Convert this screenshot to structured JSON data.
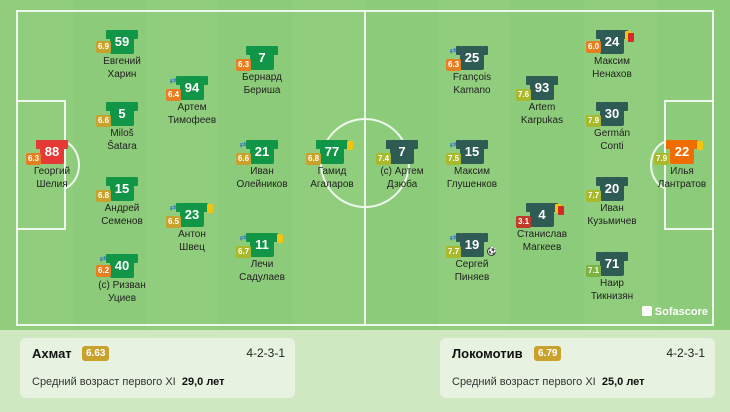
{
  "home": {
    "name": "Ахмат",
    "rating": "6.63",
    "formation": "4-2-3-1",
    "age_label": "Средний возраст первого XI",
    "age_value": "29,0 лет",
    "players": [
      {
        "num": "88",
        "name1": "Георгий",
        "name2": "Шелия",
        "rating": "6.3"
      },
      {
        "num": "59",
        "name1": "Евгений",
        "name2": "Харин",
        "rating": "6.9"
      },
      {
        "num": "5",
        "name1": "Miloš",
        "name2": "Šatara",
        "rating": "6.6"
      },
      {
        "num": "15",
        "name1": "Андрей",
        "name2": "Семенов",
        "rating": "6.8"
      },
      {
        "num": "40",
        "name1": "(c) Ризван",
        "name2": "Уциев",
        "rating": "6.2"
      },
      {
        "num": "94",
        "name1": "Артем",
        "name2": "Тимофеев",
        "rating": "6.4"
      },
      {
        "num": "23",
        "name1": "Антон",
        "name2": "Швец",
        "rating": "6.5"
      },
      {
        "num": "7",
        "name1": "Бернард",
        "name2": "Бериша",
        "rating": "6.3"
      },
      {
        "num": "21",
        "name1": "Иван",
        "name2": "Олейников",
        "rating": "6.6"
      },
      {
        "num": "11",
        "name1": "Лечи",
        "name2": "Садулаев",
        "rating": "6.7"
      },
      {
        "num": "77",
        "name1": "Гамид",
        "name2": "Агаларов",
        "rating": "6.8"
      }
    ]
  },
  "away": {
    "name": "Локомотив",
    "rating": "6.79",
    "formation": "4-2-3-1",
    "age_label": "Средний возраст первого XI",
    "age_value": "25,0 лет",
    "players": [
      {
        "num": "7",
        "name1": "(c) Артем",
        "name2": "Дзюба",
        "rating": "7.4"
      },
      {
        "num": "25",
        "name1": "François",
        "name2": "Kamano",
        "rating": "6.3"
      },
      {
        "num": "15",
        "name1": "Максим",
        "name2": "Глушенков",
        "rating": "7.5"
      },
      {
        "num": "19",
        "name1": "Сергей",
        "name2": "Пиняев",
        "rating": "7.7"
      },
      {
        "num": "93",
        "name1": "Artem",
        "name2": "Karpukas",
        "rating": "7.6"
      },
      {
        "num": "4",
        "name1": "Станислав",
        "name2": "Магкеев",
        "rating": "3.1"
      },
      {
        "num": "24",
        "name1": "Максим",
        "name2": "Ненахов",
        "rating": "6.0"
      },
      {
        "num": "30",
        "name1": "Germán",
        "name2": "Conti",
        "rating": "7.9"
      },
      {
        "num": "20",
        "name1": "Иван",
        "name2": "Кузьмичев",
        "rating": "7.7"
      },
      {
        "num": "71",
        "name1": "Наир",
        "name2": "Тикнизян",
        "rating": "7.1"
      },
      {
        "num": "22",
        "name1": "Илья",
        "name2": "Лантратов",
        "rating": "7.9"
      }
    ]
  },
  "brand": "Sofascore"
}
